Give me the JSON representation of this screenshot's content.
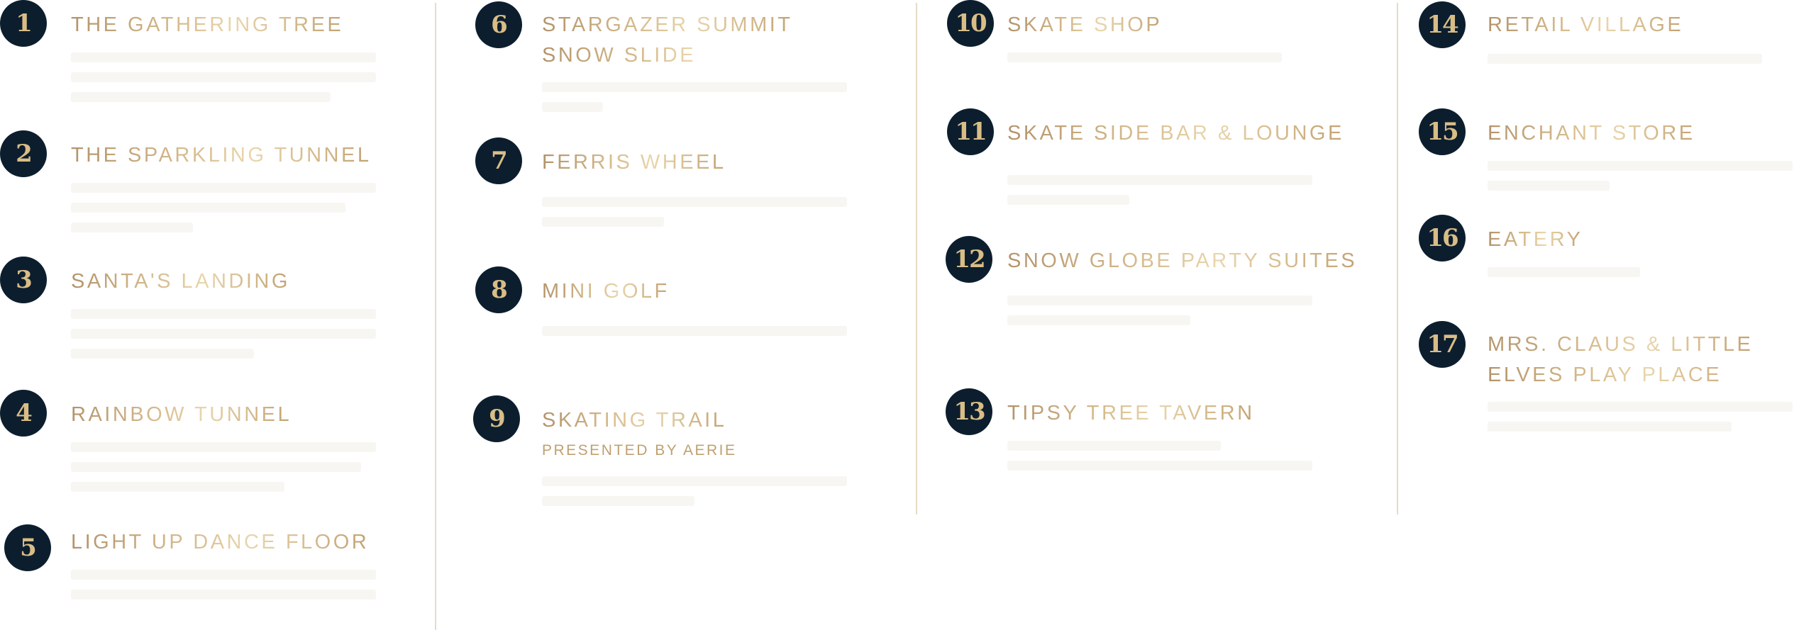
{
  "colors": {
    "badge": "#0c1e2e",
    "gold": "#c9ab78",
    "divider": "#e6dcc8"
  },
  "attractions": [
    {
      "number": "1",
      "title": "THE GATHERING TREE"
    },
    {
      "number": "2",
      "title": "THE SPARKLING TUNNEL"
    },
    {
      "number": "3",
      "title": "SANTA'S LANDING"
    },
    {
      "number": "4",
      "title": "RAINBOW TUNNEL"
    },
    {
      "number": "5",
      "title": "LIGHT UP DANCE FLOOR"
    },
    {
      "number": "6",
      "title_line1": "STARGAZER SUMMIT",
      "title_line2": "SNOW SLIDE"
    },
    {
      "number": "7",
      "title": "FERRIS WHEEL"
    },
    {
      "number": "8",
      "title": "MINI GOLF"
    },
    {
      "number": "9",
      "title": "SKATING TRAIL",
      "subtitle": "PRESENTED BY AERIE"
    },
    {
      "number": "10",
      "title": "SKATE SHOP"
    },
    {
      "number": "11",
      "title": "SKATE SIDE BAR & LOUNGE"
    },
    {
      "number": "12",
      "title": "SNOW GLOBE PARTY SUITES"
    },
    {
      "number": "13",
      "title": "TIPSY TREE TAVERN"
    },
    {
      "number": "14",
      "title": "RETAIL VILLAGE"
    },
    {
      "number": "15",
      "title": "ENCHANT STORE"
    },
    {
      "number": "16",
      "title": "EATERY"
    },
    {
      "number": "17",
      "title_line1": "MRS. CLAUS & LITTLE",
      "title_line2": "ELVES PLAY PLACE"
    }
  ]
}
